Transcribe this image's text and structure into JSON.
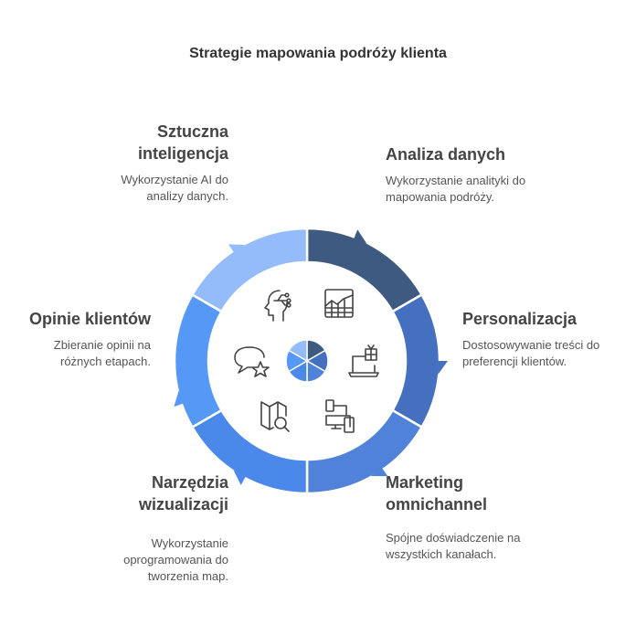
{
  "title": "Strategie mapowania podróży klienta",
  "items": [
    {
      "heading": "Analiza danych",
      "desc": "Wykorzystanie analityki do mapowania podróży.",
      "color": "#3e5a80",
      "icon": "chart-grid-icon"
    },
    {
      "heading": "Personalizacja",
      "desc": "Dostosowywanie treści do preferencji klientów.",
      "color": "#4470bf",
      "icon": "laptop-gift-icon"
    },
    {
      "heading": "Marketing omnichannel",
      "desc": "Spójne doświadczenie na wszystkich kanałach.",
      "color": "#4f82d8",
      "icon": "devices-icon"
    },
    {
      "heading": "Narzędzia wizualizacji",
      "desc": "Wykorzystanie oprogramowania do tworzenia map.",
      "color": "#4a88ea",
      "icon": "map-search-icon"
    },
    {
      "heading": "Opinie klientów",
      "desc": "Zbieranie opinii na różnych etapach.",
      "color": "#5598f5",
      "icon": "chat-star-icon"
    },
    {
      "heading": "Sztuczna inteligencja",
      "desc": "Wykorzystanie AI do analizy danych.",
      "color": "#94bcfa",
      "icon": "ai-head-icon"
    }
  ]
}
